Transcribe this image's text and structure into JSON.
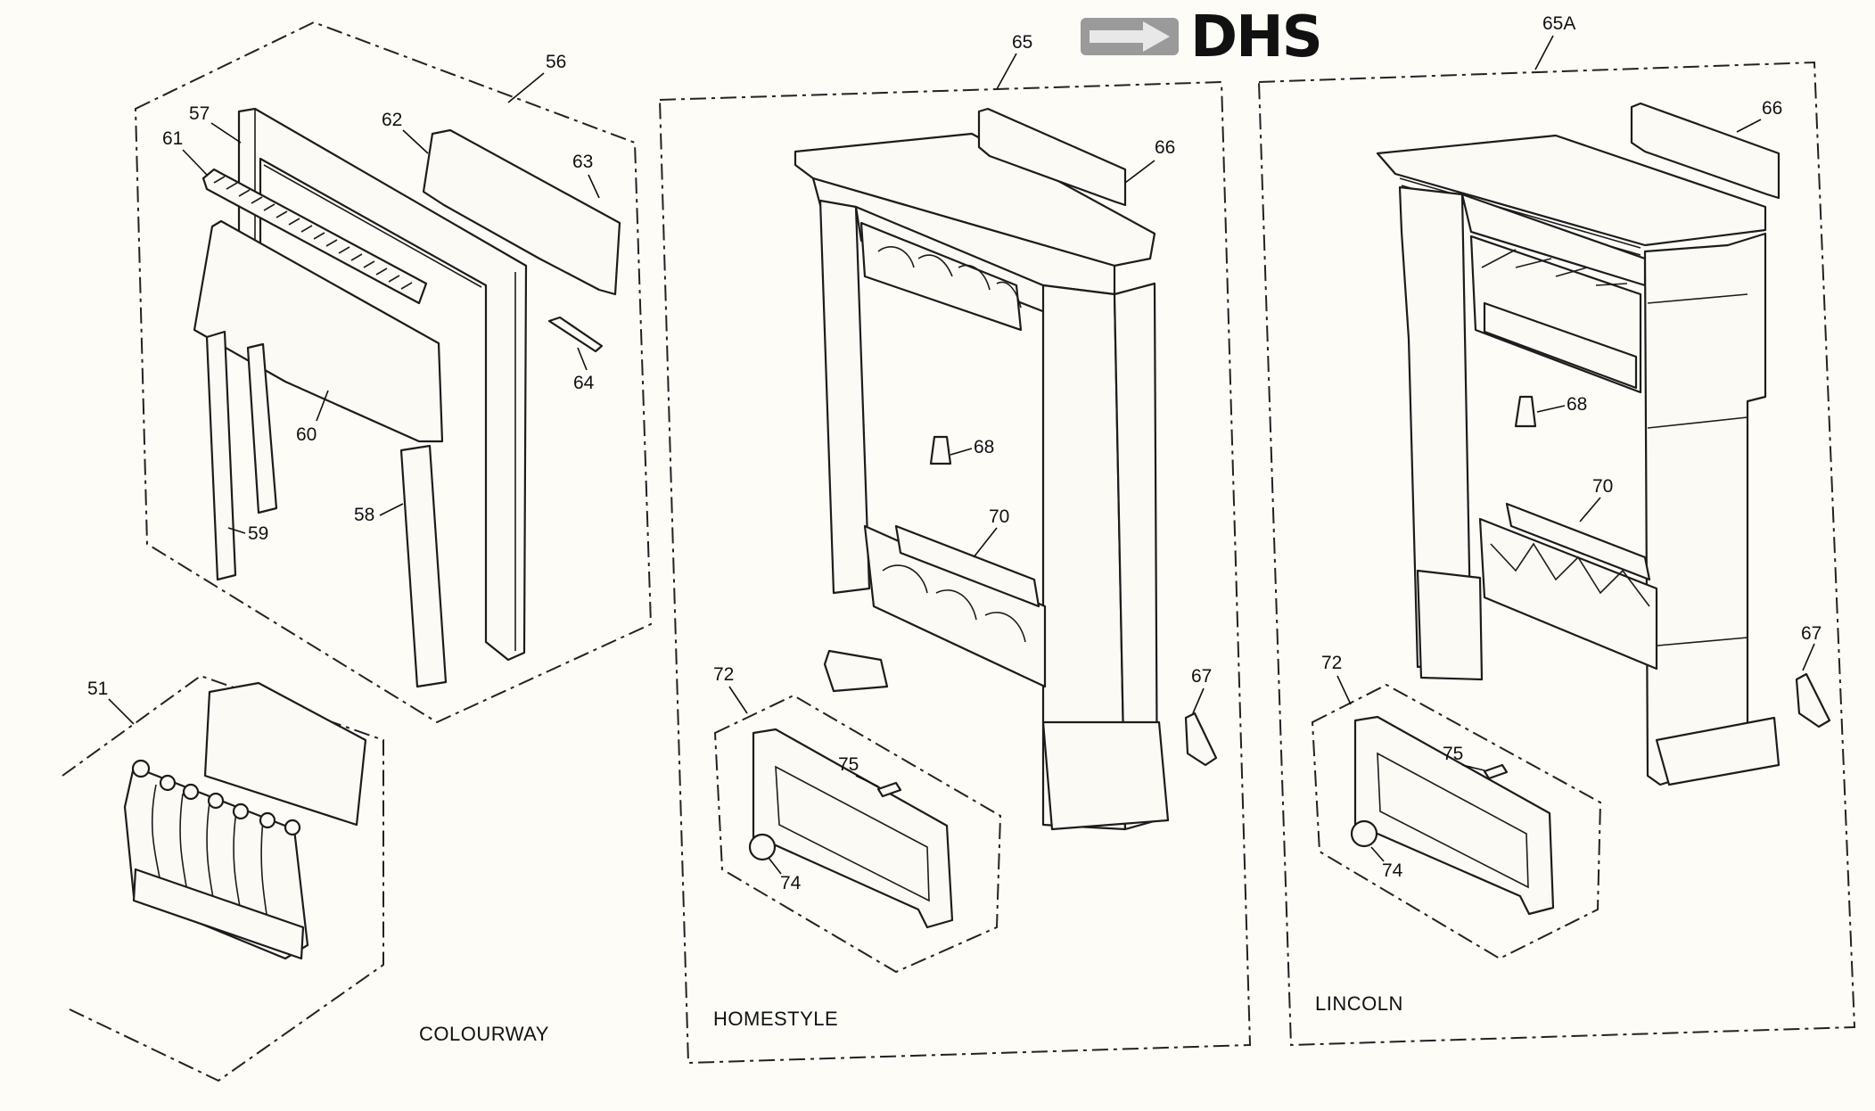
{
  "brand": {
    "name": "DHS"
  },
  "groups": [
    {
      "id": "colourway",
      "caption": "COLOURWAY",
      "group_callout": "56"
    },
    {
      "id": "homestyle",
      "caption": "HOMESTYLE",
      "group_callout": "65"
    },
    {
      "id": "lincoln",
      "caption": "LINCOLN",
      "group_callout": "65A"
    }
  ],
  "callouts": {
    "c51": "51",
    "c56": "56",
    "c57": "57",
    "c58": "58",
    "c59": "59",
    "c60": "60",
    "c61": "61",
    "c62": "62",
    "c63": "63",
    "c64": "64",
    "h65": "65",
    "h66": "66",
    "h67": "67",
    "h68": "68",
    "h70": "70",
    "h72": "72",
    "h74": "74",
    "h75": "75",
    "l65a": "65A",
    "l66": "66",
    "l67": "67",
    "l68": "68",
    "l70": "70",
    "l72": "72",
    "l74": "74",
    "l75": "75"
  }
}
